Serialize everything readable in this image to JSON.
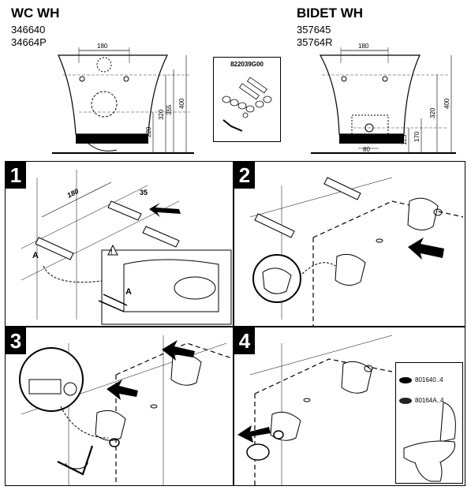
{
  "wc": {
    "title": "WC WH",
    "codes": [
      "346640",
      "34664P"
    ],
    "dims": {
      "width": "180",
      "h1": "220",
      "h2": "320",
      "h3": "355",
      "h4": "400"
    }
  },
  "kit": {
    "code": "822039G00"
  },
  "bidet": {
    "title": "BIDET WH",
    "codes": [
      "357645",
      "35764R"
    ],
    "dims": {
      "width": "180",
      "bottom": "80",
      "h1": "125",
      "h2": "170",
      "h3": "320",
      "h4": "400"
    }
  },
  "steps": [
    {
      "number": "1",
      "labels": {
        "spacing": "180",
        "offset": "35",
        "a_left": "A",
        "a_detail": "A"
      }
    },
    {
      "number": "2"
    },
    {
      "number": "3"
    },
    {
      "number": "4",
      "parts": [
        "801640..4",
        "80164A..4"
      ]
    }
  ]
}
